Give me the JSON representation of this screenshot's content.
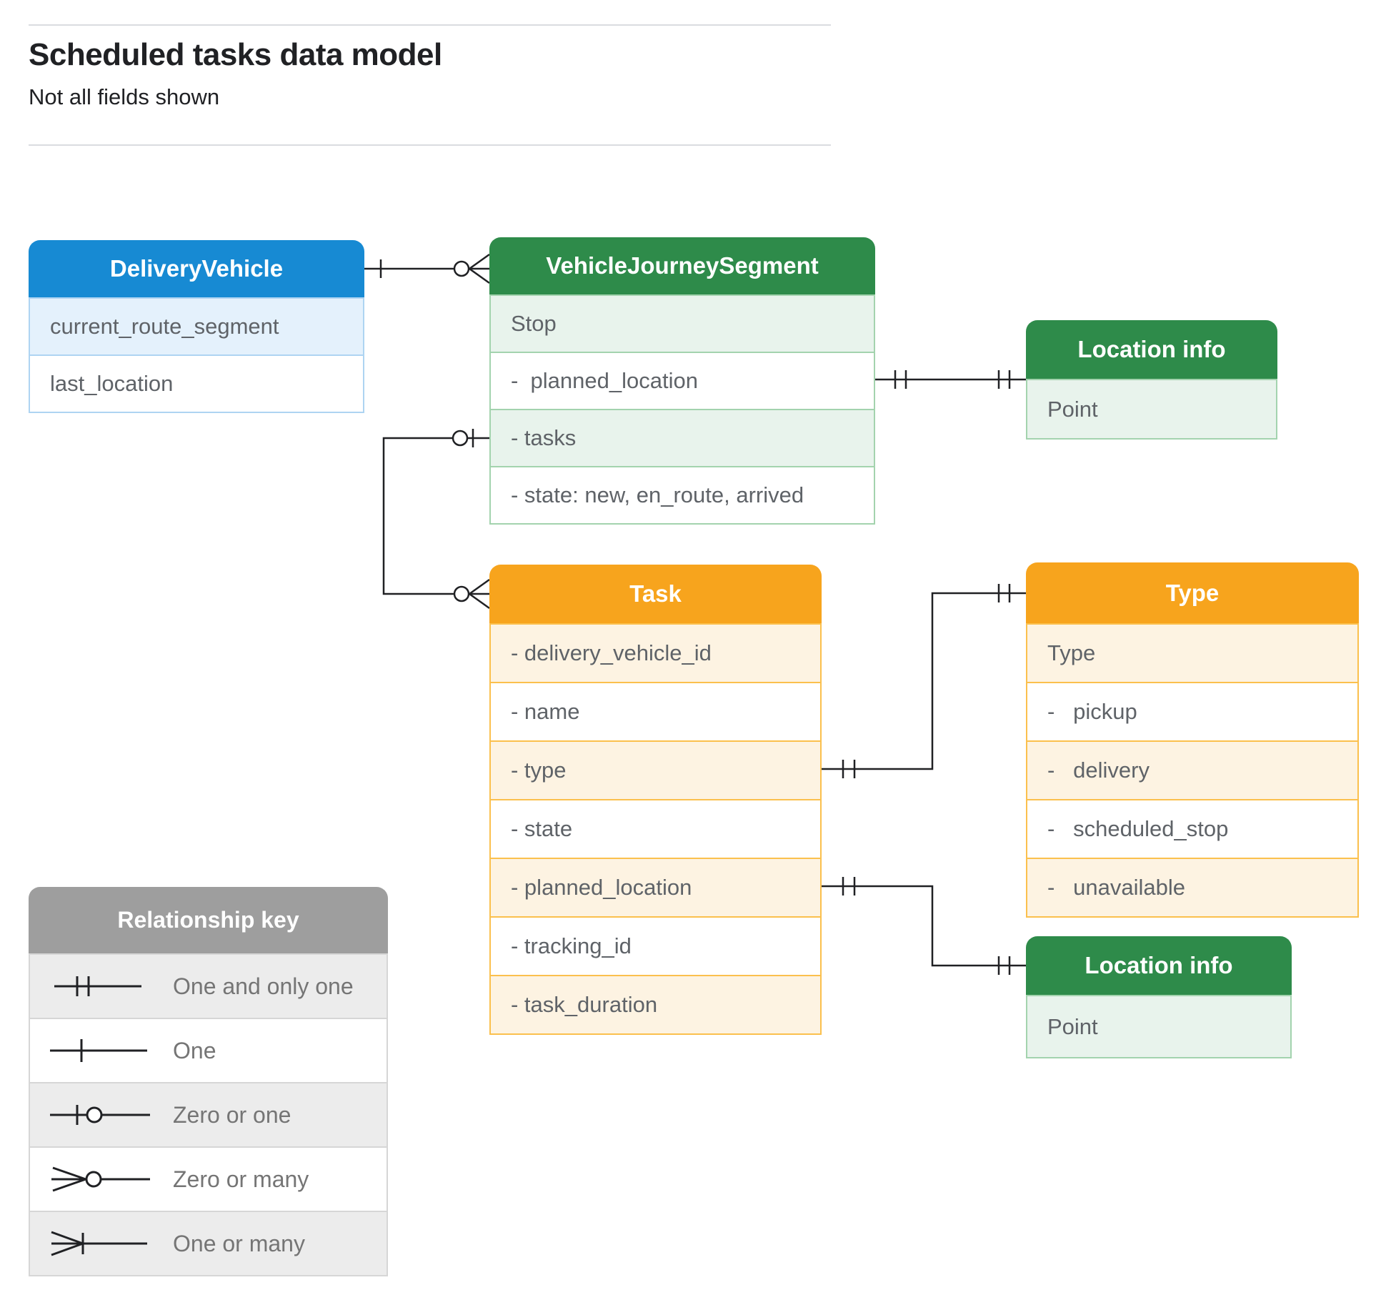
{
  "header": {
    "title": "Scheduled tasks data model",
    "subtitle": "Not all fields shown"
  },
  "entities": {
    "delivery_vehicle": {
      "title": "DeliveryVehicle",
      "rows": [
        "current_route_segment",
        "last_location"
      ]
    },
    "vehicle_journey_segment": {
      "title": "VehicleJourneySegment",
      "rows": [
        "Stop",
        "-  planned_location",
        "- tasks",
        "- state: new, en_route, arrived"
      ]
    },
    "location_info_top": {
      "title": "Location info",
      "rows": [
        "Point"
      ]
    },
    "task": {
      "title": "Task",
      "rows": [
        "- delivery_vehicle_id",
        "- name",
        "- type",
        "- state",
        "- planned_location",
        "- tracking_id",
        "- task_duration"
      ]
    },
    "type": {
      "title": "Type",
      "rows": [
        "Type",
        "-   pickup",
        "-   delivery",
        "-   scheduled_stop",
        "-   unavailable"
      ]
    },
    "location_info_bottom": {
      "title": "Location info",
      "rows": [
        "Point"
      ]
    }
  },
  "legend": {
    "title": "Relationship key",
    "items": [
      {
        "symbol": "one-and-only-one",
        "label": "One and only one"
      },
      {
        "symbol": "one",
        "label": "One"
      },
      {
        "symbol": "zero-or-one",
        "label": "Zero or one"
      },
      {
        "symbol": "zero-or-many",
        "label": "Zero or many"
      },
      {
        "symbol": "one-or-many",
        "label": "One or many"
      }
    ]
  },
  "relationships": [
    {
      "from": "DeliveryVehicle",
      "from_cardinality": "one",
      "to": "VehicleJourneySegment",
      "to_cardinality": "zero-or-many"
    },
    {
      "from": "VehicleJourneySegment.tasks",
      "from_cardinality": "zero-or-one",
      "to": "Task",
      "to_cardinality": "zero-or-many"
    },
    {
      "from": "VehicleJourneySegment.planned_location",
      "from_cardinality": "one-and-only-one",
      "to": "Location info",
      "to_cardinality": "one-and-only-one"
    },
    {
      "from": "Task.type",
      "from_cardinality": "one-and-only-one",
      "to": "Type",
      "to_cardinality": "one-and-only-one"
    },
    {
      "from": "Task.planned_location",
      "from_cardinality": "one-and-only-one",
      "to": "Location info",
      "to_cardinality": "one-and-only-one"
    }
  ],
  "colors": {
    "blue-header": "#178ad3",
    "blue-tint": "#e4f1fc",
    "blue-border": "#aed4f2",
    "green-header": "#2e8b4a",
    "green-tint": "#e8f3ec",
    "green-border": "#a3d3ae",
    "orange-header": "#f7a41d",
    "orange-tint": "#fdf3e2",
    "orange-border": "#fbc04d",
    "gray-header": "#9e9e9e",
    "gray-tint": "#ececec",
    "gray-border": "#d6d6d6",
    "line": "#202124",
    "field-text": "#5f6368",
    "key-text": "#757575",
    "title-text": "#202124",
    "rule": "#dadce0"
  }
}
